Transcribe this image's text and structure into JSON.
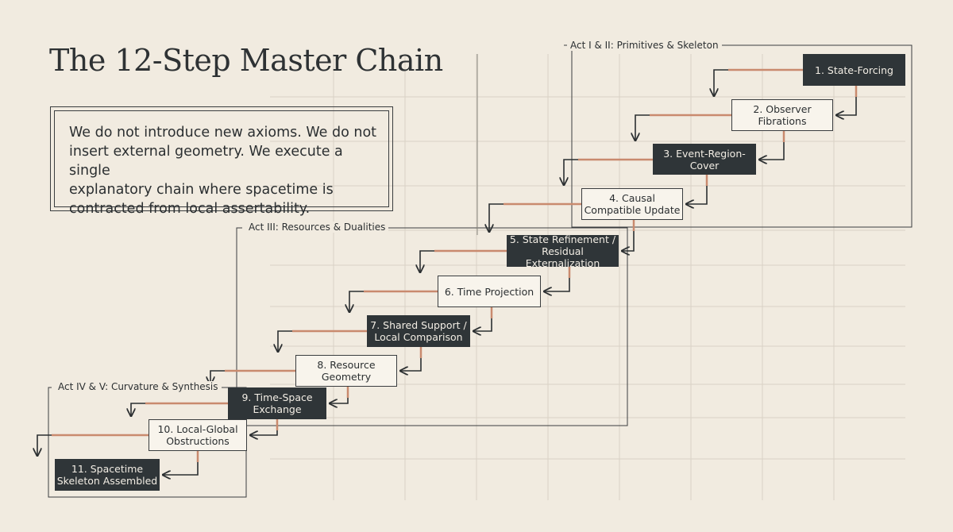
{
  "title": "The 12-Step Master Chain",
  "intro_lines": [
    "We do not introduce new axioms. We do not",
    "insert external geometry. We execute a single",
    "explanatory chain where spacetime is",
    "contracted from local assertability."
  ],
  "acts": [
    {
      "label": "Act I & II: Primitives & Skeleton"
    },
    {
      "label": "Act III: Resources & Dualities"
    },
    {
      "label": "Act IV & V: Curvature & Synthesis"
    }
  ],
  "steps": [
    {
      "lines": [
        "1. State-Forcing"
      ],
      "style": "dark"
    },
    {
      "lines": [
        "2. Observer",
        "Fibrations"
      ],
      "style": "light"
    },
    {
      "lines": [
        "3. Event-Region-",
        "Cover"
      ],
      "style": "dark"
    },
    {
      "lines": [
        "4. Causal",
        "Compatible Update"
      ],
      "style": "light"
    },
    {
      "lines": [
        "5. State Refinement /",
        "Residual Externalization"
      ],
      "style": "dark"
    },
    {
      "lines": [
        "6. Time Projection"
      ],
      "style": "light"
    },
    {
      "lines": [
        "7. Shared Support /",
        "Local Comparison"
      ],
      "style": "dark"
    },
    {
      "lines": [
        "8. Resource",
        "Geometry"
      ],
      "style": "light"
    },
    {
      "lines": [
        "9. Time-Space",
        "Exchange"
      ],
      "style": "dark"
    },
    {
      "lines": [
        "10. Local-Global",
        "Obstructions"
      ],
      "style": "light"
    },
    {
      "lines": [
        "11. Spacetime",
        "Skeleton Assembled"
      ],
      "style": "dark"
    }
  ],
  "colors": {
    "background": "#f1ebe0",
    "dark_box": "#2f3538",
    "light_box": "#f8f4ec",
    "connector": "#c98a6e",
    "line": "#3a3d3f",
    "grid": "#d9d2c6"
  }
}
